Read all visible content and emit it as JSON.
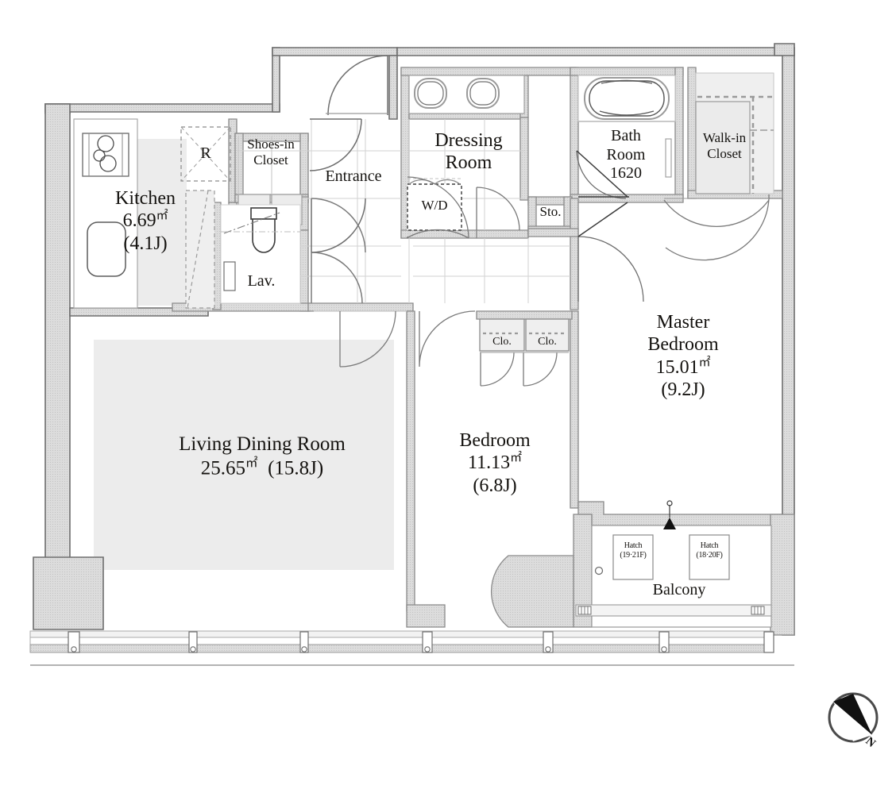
{
  "document": {
    "type": "residential-floor-plan",
    "compass": {
      "label": "N",
      "direction": "upper-left"
    }
  },
  "rooms": [
    {
      "key": "kitchen",
      "name": "Kitchen",
      "area_sqm": "6.69",
      "area_unit": "㎡",
      "tatami": "(4.1J)"
    },
    {
      "key": "ldr",
      "name": "Living Dining Room",
      "area_sqm": "25.65",
      "area_unit": "㎡",
      "tatami": "(15.8J)"
    },
    {
      "key": "bedroom",
      "name": "Bedroom",
      "area_sqm": "11.13",
      "area_unit": "㎡",
      "tatami": "(6.8J)"
    },
    {
      "key": "master",
      "name": "Master Bedroom",
      "area_sqm": "15.01",
      "area_unit": "㎡",
      "tatami": "(9.2J)"
    }
  ],
  "labels": {
    "refrigerator": "R",
    "shoes_in_closet_line1": "Shoes-in",
    "shoes_in_closet_line2": "Closet",
    "entrance": "Entrance",
    "lavatory": "Lav.",
    "washer_dryer": "W/D",
    "dressing_room_line1": "Dressing",
    "dressing_room_line2": "Room",
    "bath_room_line1": "Bath",
    "bath_room_line2": "Room",
    "bath_room_size": "1620",
    "storage": "Sto.",
    "walk_in_closet_line1": "Walk-in",
    "walk_in_closet_line2": "Closet",
    "closet_left": "Clo.",
    "closet_right": "Clo.",
    "balcony": "Balcony",
    "hatch_left_title": "Hatch",
    "hatch_left_floors": "(19·21F)",
    "hatch_right_title": "Hatch",
    "hatch_right_floors": "(18·20F)",
    "master_line1": "Master",
    "master_line2": "Bedroom",
    "ldr_line1": "Living Dining Room",
    "kitchen_line1": "Kitchen"
  },
  "colors": {
    "wall_fill": "#d8d8d8",
    "wall_stroke": "#6e6e6e",
    "thin_line": "#9a9a9a",
    "floor_tint": "#ececec",
    "text": "#14120f",
    "white": "#ffffff",
    "hatch_marker": "#111111"
  }
}
